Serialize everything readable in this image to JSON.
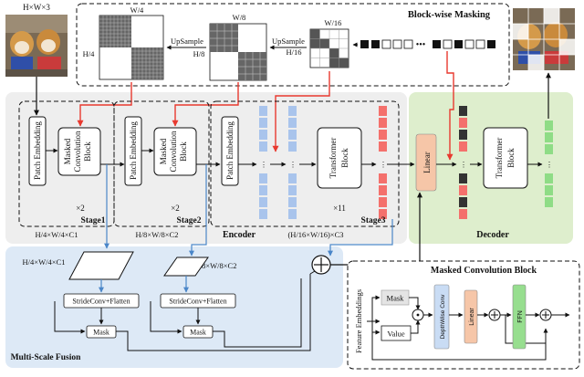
{
  "input": {
    "dims": "H×W×3"
  },
  "masking": {
    "title": "Block-wise Masking",
    "w4": "W/4",
    "h4": "H/4",
    "w8": "W/8",
    "h8": "H/8",
    "w16": "W/16",
    "h16": "H/16",
    "upsample1": "UpSample",
    "upsample2": "UpSample"
  },
  "encoder": {
    "label": "Encoder",
    "patch_embedding": "Patch Embedding",
    "masked_conv_line1": "Masked",
    "masked_conv_line2": "Convolution",
    "masked_conv_line3": "Block",
    "transformer_line1": "Transformer",
    "transformer_line2": "Block",
    "stage1": {
      "name": "Stage1",
      "repeat": "×2",
      "dims": "H/4×W/4×C1"
    },
    "stage2": {
      "name": "Stage2",
      "repeat": "×2",
      "dims": "H/8×W/8×C2"
    },
    "stage3": {
      "name": "Stage3",
      "repeat": "×11",
      "dims": "(H/16×W/16)×C3"
    }
  },
  "decoder": {
    "label": "Decoder",
    "linear": "Linear",
    "transformer_line1": "Transformer",
    "transformer_line2": "Block"
  },
  "fusion": {
    "label": "Multi-Scale Fusion",
    "dims1": "H/4×W/4×C1",
    "dims2": "H/8×W/8×C2",
    "strideconv": "StrideConv+Flatten",
    "mask": "Mask"
  },
  "mcb": {
    "title": "Masked Convolution Block",
    "feature_embeddings": "Feature Embeddings",
    "mask": "Mask",
    "value": "Value",
    "dwconv": "DepthWise Conv",
    "linear": "Linear",
    "ffn": "FFN"
  },
  "colors": {
    "red": "#e8392f",
    "blue": "#4a86c8",
    "tok_blue": "#a9c4ec",
    "tok_red": "#f4706c",
    "tok_green": "#8fdc86",
    "linear_orange": "#f6c6a8",
    "dw_blue": "#c9dcf4",
    "ffn_green": "#97de8f",
    "gray_panel": "#eeeeee",
    "green_panel": "#deeecd",
    "blue_panel": "#dde9f6"
  }
}
